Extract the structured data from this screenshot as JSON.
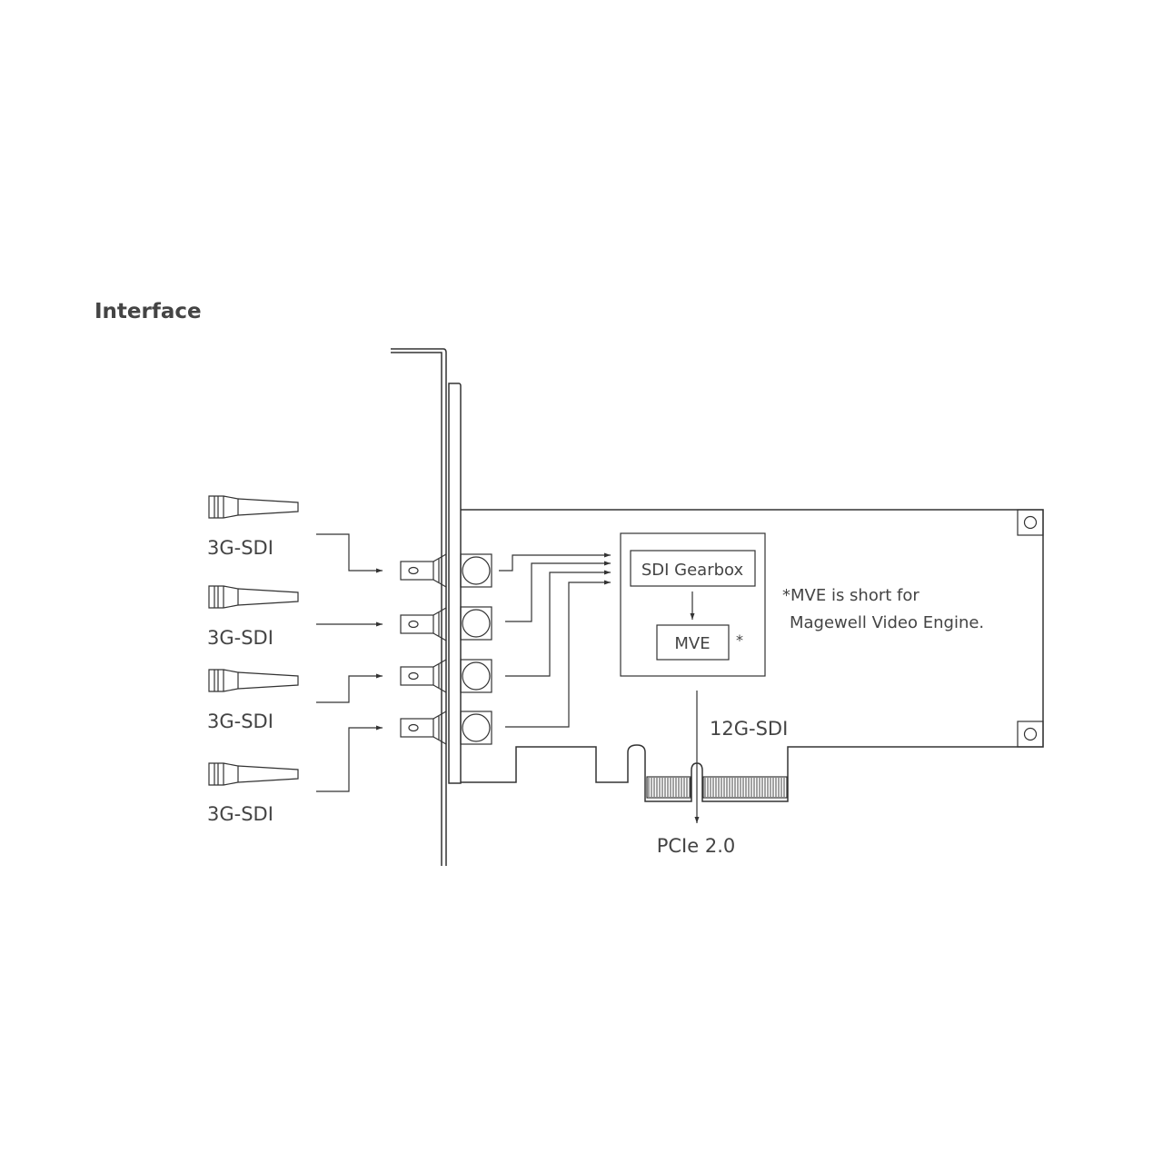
{
  "title": "Interface",
  "inputs": [
    {
      "label": "3G-SDI"
    },
    {
      "label": "3G-SDI"
    },
    {
      "label": "3G-SDI"
    },
    {
      "label": "3G-SDI"
    }
  ],
  "blocks": {
    "gearbox": "SDI Gearbox",
    "engine": "MVE",
    "engine_marker": "*"
  },
  "note": {
    "line1": "*MVE is short for",
    "line2": "Magewell Video Engine."
  },
  "bus_label": "12G-SDI",
  "host_interface": "PCIe 2.0"
}
